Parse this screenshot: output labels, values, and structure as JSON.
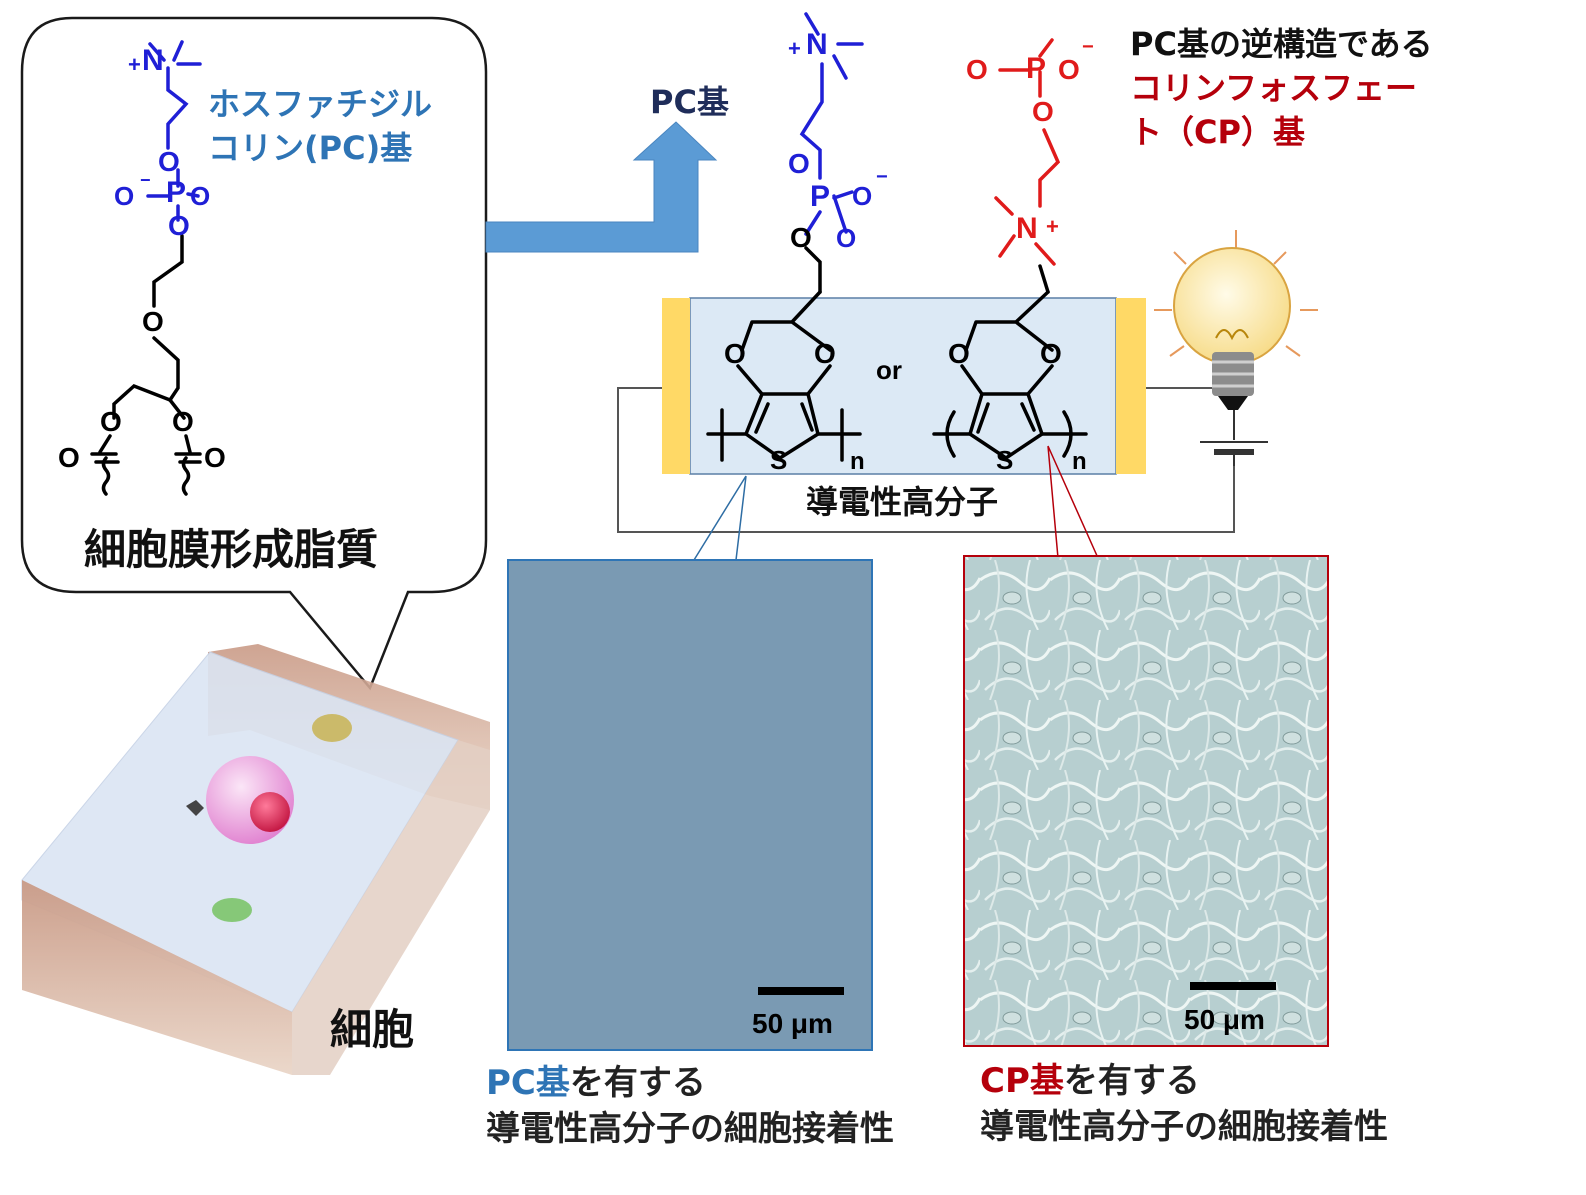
{
  "colors": {
    "blue": "#1f1fd6",
    "pc_blue": "#2e74b5",
    "red": "#e01b1b",
    "dark_red": "#b5000b",
    "navy": "#1f2d5a",
    "arrow_blue": "#5b9bd5",
    "electrode_yellow": "#ffd966",
    "polymer_box": "#dce9f5"
  },
  "callout": {
    "pc_label_line1": "ホスファチジル",
    "pc_label_line2": "コリン(PC)基",
    "caption": "細胞膜形成脂質"
  },
  "cell_label": "細胞",
  "arrow_label": "PC基",
  "cp_description": {
    "line1": "PC基の逆構造である",
    "line2": "コリンフォスフェー",
    "line3": "ト（CP）基"
  },
  "polymer": {
    "label": "導電性高分子",
    "or_text": "or"
  },
  "atoms": {
    "N": "N",
    "P": "P",
    "O": "O",
    "S": "S",
    "plus": "+",
    "minus": "−",
    "n": "n"
  },
  "micrographs": {
    "left_scale": "50 μm",
    "right_scale": "50 μm"
  },
  "captions": {
    "left_group": "PC基",
    "left_rest": "を有する",
    "left_line2": "導電性高分子の細胞接着性",
    "right_group": "CP基",
    "right_rest": "を有する",
    "right_line2": "導電性高分子の細胞接着性"
  }
}
